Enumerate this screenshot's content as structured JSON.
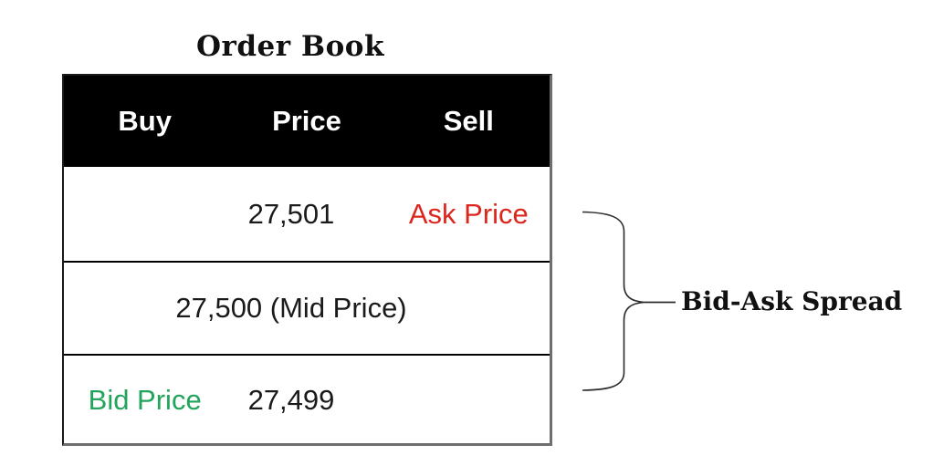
{
  "title": "Order Book",
  "table": {
    "headers": [
      "Buy",
      "Price",
      "Sell"
    ],
    "rows": [
      {
        "cells": [
          "",
          "27,501",
          "Ask Price"
        ]
      },
      {
        "merged": "27,500 (Mid Price)"
      },
      {
        "cells": [
          "Bid Price",
          "27,499",
          ""
        ]
      }
    ]
  },
  "annotation": {
    "label": "Bid-Ask Spread"
  },
  "prices": {
    "ask": "27,501",
    "mid": "27,500",
    "bid": "27,499"
  },
  "colors": {
    "ask_price": "#dc261d",
    "bid_price": "#22a45c",
    "header_bg": "#000000",
    "header_text": "#ffffff",
    "border_outer": "#6e6e6e",
    "grid_line": "#000000"
  }
}
